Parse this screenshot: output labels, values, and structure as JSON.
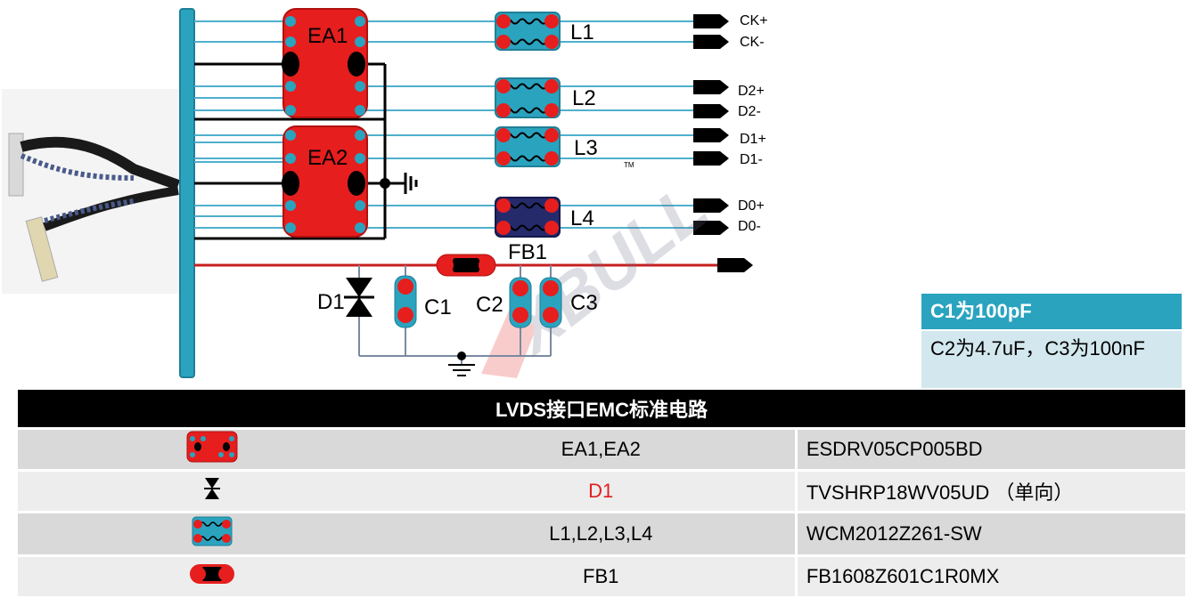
{
  "labels": {
    "ea1": "EA1",
    "ea2": "EA2",
    "l1": "L1",
    "l2": "L2",
    "l3": "L3",
    "l4": "L4",
    "fb1": "FB1",
    "d1": "D1",
    "c1": "C1",
    "c2": "C2",
    "c3": "C3",
    "ckp": "CK+",
    "ckn": "CK-",
    "d2p": "D2+",
    "d2n": "D2-",
    "d1p": "D1+",
    "d1n": "D1-",
    "d0p": "D0+",
    "d0n": "D0-",
    "tm": "TM"
  },
  "watermark": "XBULL",
  "note": {
    "title": "C1为100pF",
    "body": "C2为4.7uF，C3为100nF"
  },
  "table": {
    "title": "LVDS接口EMC标准电路",
    "rows": [
      {
        "icon": "esd-array-icon",
        "name": "EA1,EA2",
        "part": "ESDRV05CP005BD"
      },
      {
        "icon": "tvs-diode-icon",
        "name": "D1",
        "part": "TVSHRP18WV05UD （单向）"
      },
      {
        "icon": "common-mode-choke-icon",
        "name": "L1,L2,L3,L4",
        "part": "WCM2012Z261-SW"
      },
      {
        "icon": "ferrite-bead-icon",
        "name": "FB1",
        "part": "FB1608Z601C1R0MX"
      }
    ]
  },
  "colors": {
    "teal": "#2aa3bf",
    "red": "#e61e1e",
    "navy": "#252a6b",
    "wire": "#4fb0cc"
  }
}
